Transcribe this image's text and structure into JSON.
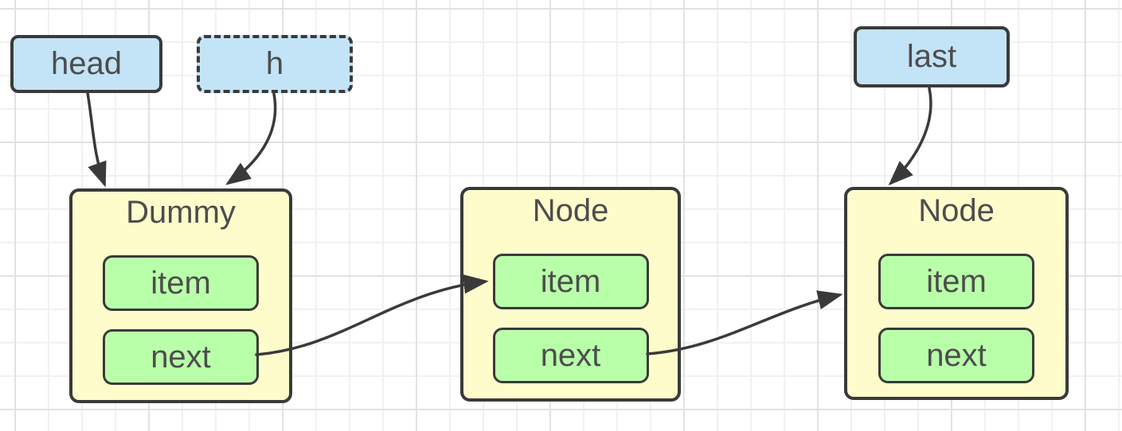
{
  "diagram": {
    "type": "linked-list",
    "pointers": [
      {
        "label": "head",
        "style": "solid"
      },
      {
        "label": "h",
        "style": "dashed"
      },
      {
        "label": "last",
        "style": "solid"
      }
    ],
    "nodes": [
      {
        "title": "Dummy",
        "fields": [
          "item",
          "next"
        ]
      },
      {
        "title": "Node",
        "fields": [
          "item",
          "next"
        ]
      },
      {
        "title": "Node",
        "fields": [
          "item",
          "next"
        ]
      }
    ],
    "edges": [
      {
        "from": "head",
        "to": "Dummy"
      },
      {
        "from": "h",
        "to": "Dummy"
      },
      {
        "from": "last",
        "to": "Node-3"
      },
      {
        "from": "Dummy.next",
        "to": "Node-2.item"
      },
      {
        "from": "Node-2.next",
        "to": "Node-3"
      }
    ],
    "colors": {
      "pointer-fill": "#C3E3F7",
      "node-fill": "#FFFCCC",
      "field-fill": "#B9FFAA",
      "stroke": "#3A3A3A",
      "text": "#4D4D4D",
      "grid-minor": "#F1F1F1",
      "grid-major": "#E2E2E2",
      "canvas-bg": "#FFFFFF"
    }
  }
}
